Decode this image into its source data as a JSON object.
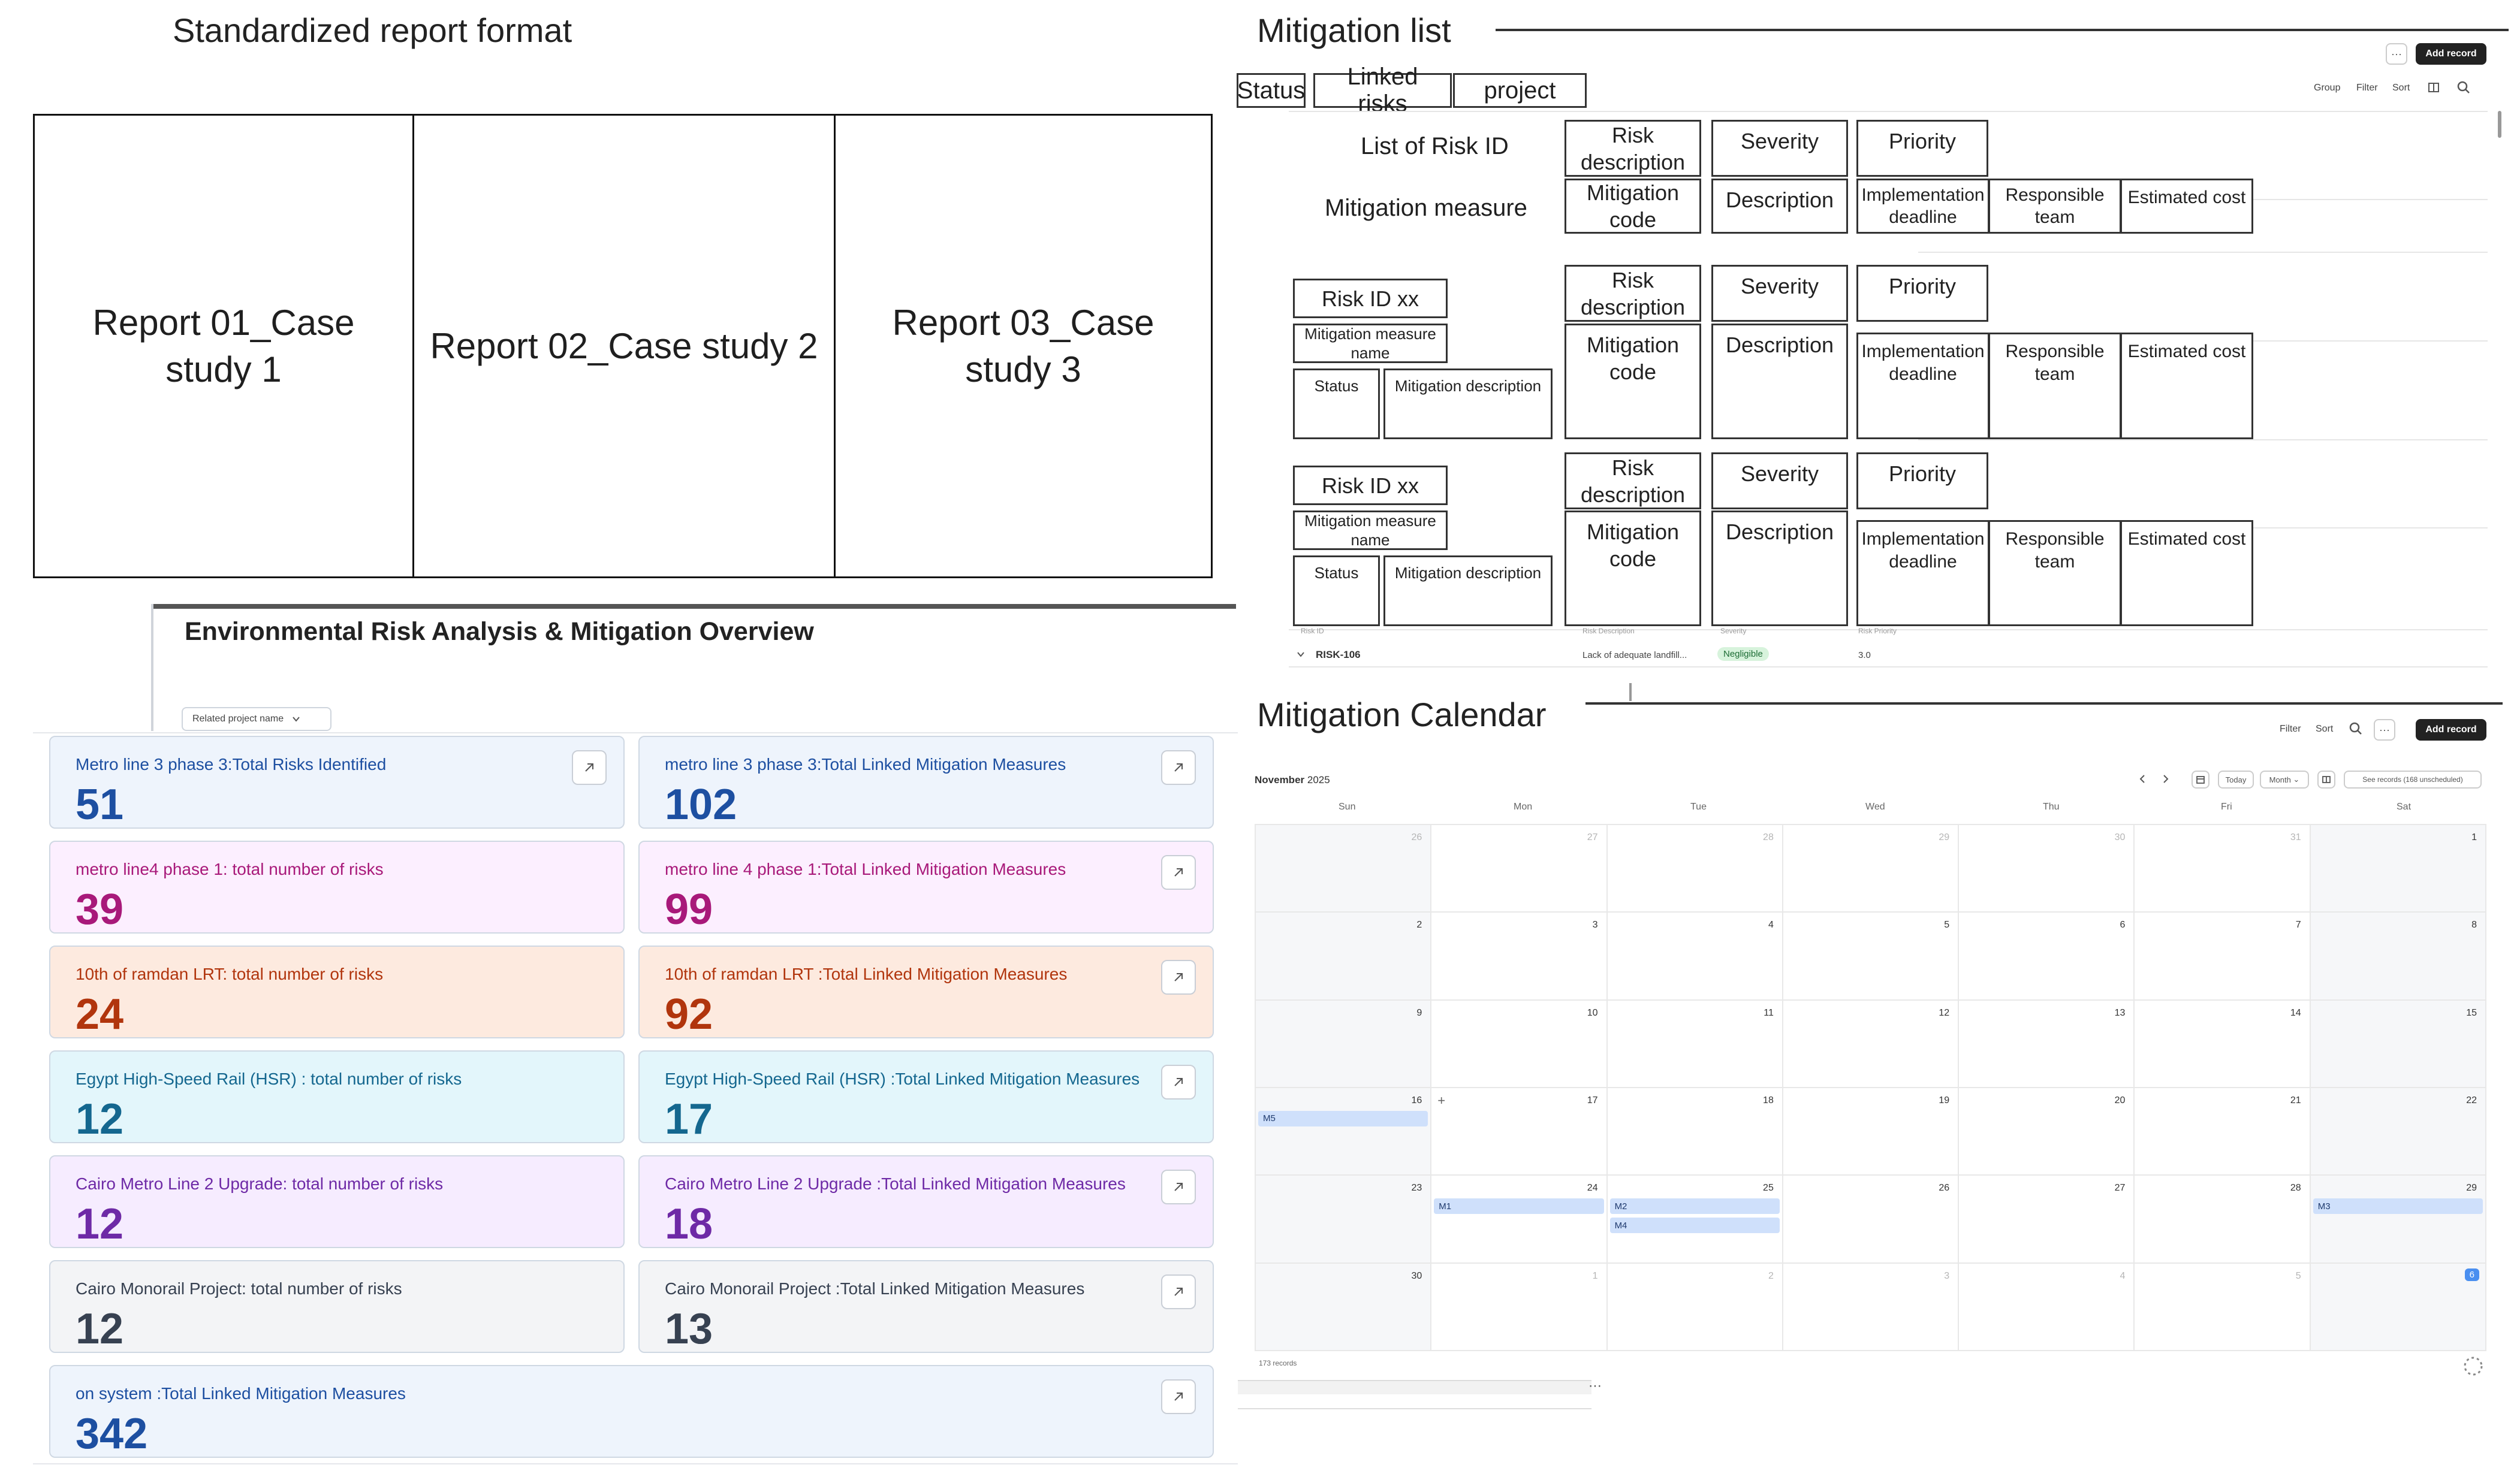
{
  "report_format": {
    "title": "Standardized report format",
    "reports": [
      "Report 01_Case study 1",
      "Report 02_Case study 2",
      "Report 03_Case study 3"
    ]
  },
  "mitigation_list": {
    "title": "Mitigation list",
    "filters": [
      "Status",
      "Linked risks",
      "project"
    ],
    "toolbar": {
      "more": "···",
      "add_record": "Add record",
      "group": "Group",
      "filter": "Filter",
      "sort": "Sort"
    },
    "labels": {
      "list_of_risk_id": "List of Risk ID",
      "mitigation_measure": "Mitigation measure"
    },
    "fields": {
      "risk_description": "Risk description",
      "severity": "Severity",
      "priority": "Priority",
      "mitigation_code": "Mitigation code",
      "description": "Description",
      "implementation_deadline": "Implementation deadline",
      "responsible_team": "Responsible team",
      "estimated_cost": "Estimated cost",
      "risk_id_xx": "Risk ID xx",
      "mitigation_measure_name": "Mitigation measure name",
      "status": "Status",
      "mitigation_description": "Mitigation description"
    },
    "column_headers": [
      "Risk ID",
      "Risk Description",
      "Severity",
      "Risk Priority"
    ],
    "row": {
      "id": "RISK-106",
      "description": "Lack of adequate landfill...",
      "severity": "Negligible",
      "priority": "3.0"
    }
  },
  "dashboard": {
    "title": "Environmental Risk Analysis & Mitigation Overview",
    "project_select": "Related project name",
    "cards": [
      {
        "label": "Metro line 3 phase 3:Total Risks Identified",
        "value": "51",
        "color": "#1d4fa1"
      },
      {
        "label": "metro line 3 phase 3:Total Linked Mitigation Measures",
        "value": "102",
        "color": "#1d4fa1"
      },
      {
        "label": "metro line4 phase 1: total number of risks",
        "value": "39",
        "color": "#a8197a"
      },
      {
        "label": "metro line 4 phase 1:Total Linked Mitigation Measures",
        "value": "99",
        "color": "#a8197a"
      },
      {
        "label": "10th of ramdan LRT: total number of risks",
        "value": "24",
        "color": "#b1350d"
      },
      {
        "label": "10th of ramdan LRT :Total Linked Mitigation Measures",
        "value": "92",
        "color": "#b1350d"
      },
      {
        "label": "Egypt High-Speed Rail (HSR) : total number of risks",
        "value": "12",
        "color": "#14678f"
      },
      {
        "label": "Egypt High-Speed Rail (HSR) :Total Linked Mitigation Measures",
        "value": "17",
        "color": "#14678f"
      },
      {
        "label": "Cairo Metro Line 2 Upgrade: total number of risks",
        "value": "12",
        "color": "#6e2aa6"
      },
      {
        "label": "Cairo Metro Line 2 Upgrade :Total Linked Mitigation Measures",
        "value": "18",
        "color": "#6e2aa6"
      },
      {
        "label": "Cairo Monorail Project: total number of risks",
        "value": "12",
        "color": "#374151"
      },
      {
        "label": "Cairo Monorail Project :Total Linked Mitigation Measures",
        "value": "13",
        "color": "#374151"
      },
      {
        "label": "on system :Total Linked Mitigation Measures",
        "value": "342",
        "color": "#1d4fa1"
      }
    ]
  },
  "calendar": {
    "title": "Mitigation Calendar",
    "toolbar": {
      "filter": "Filter",
      "sort": "Sort",
      "more": "···",
      "add_record": "Add record"
    },
    "month_label": "November",
    "year_label": "2025",
    "view_controls": {
      "today": "Today",
      "month": "Month",
      "unscheduled": "See records (168 unscheduled)"
    },
    "weekdays": [
      "Sun",
      "Mon",
      "Tue",
      "Wed",
      "Thu",
      "Fri",
      "Sat"
    ],
    "weeks": [
      [
        "26",
        "27",
        "28",
        "29",
        "30",
        "31",
        "1"
      ],
      [
        "2",
        "3",
        "4",
        "5",
        "6",
        "7",
        "8"
      ],
      [
        "9",
        "10",
        "11",
        "12",
        "13",
        "14",
        "15"
      ],
      [
        "16",
        "17",
        "18",
        "19",
        "20",
        "21",
        "22"
      ],
      [
        "23",
        "24",
        "25",
        "26",
        "27",
        "28",
        "29"
      ],
      [
        "30",
        "1",
        "2",
        "3",
        "4",
        "5",
        "6"
      ]
    ],
    "events": [
      "M5",
      "M1",
      "M2",
      "M4",
      "M3"
    ],
    "records_count": "173 records"
  }
}
